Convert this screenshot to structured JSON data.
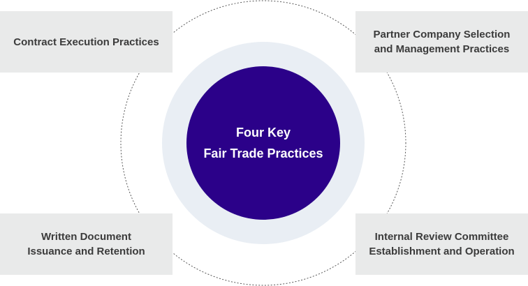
{
  "center": {
    "lines": [
      "Four Key",
      "Fair Trade Practices"
    ]
  },
  "practices": [
    {
      "lines": [
        "Contract Execution Practices"
      ]
    },
    {
      "lines": [
        "Partner Company Selection",
        "and Management Practices"
      ]
    },
    {
      "lines": [
        "Written Document",
        "Issuance and Retention"
      ]
    },
    {
      "lines": [
        "Internal Review Committee",
        "Establishment and Operation"
      ]
    }
  ],
  "colors": {
    "core": "#2b0189",
    "halo": "#e9eef4",
    "box": "#e9eaea",
    "ring": "#555555",
    "box_text": "#3b3b3b",
    "core_text": "#ffffff"
  }
}
